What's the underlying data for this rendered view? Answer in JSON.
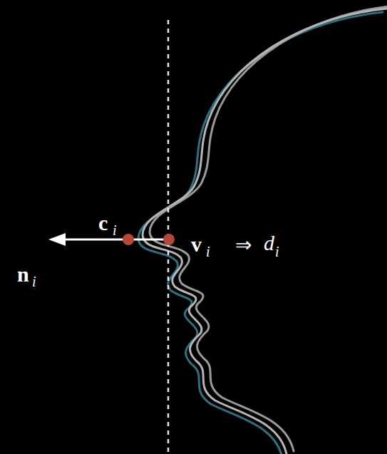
{
  "diagram": {
    "labels": [
      "c",
      "i",
      "v",
      "i",
      "⇒",
      "d",
      "i",
      "n",
      "i"
    ]
  }
}
